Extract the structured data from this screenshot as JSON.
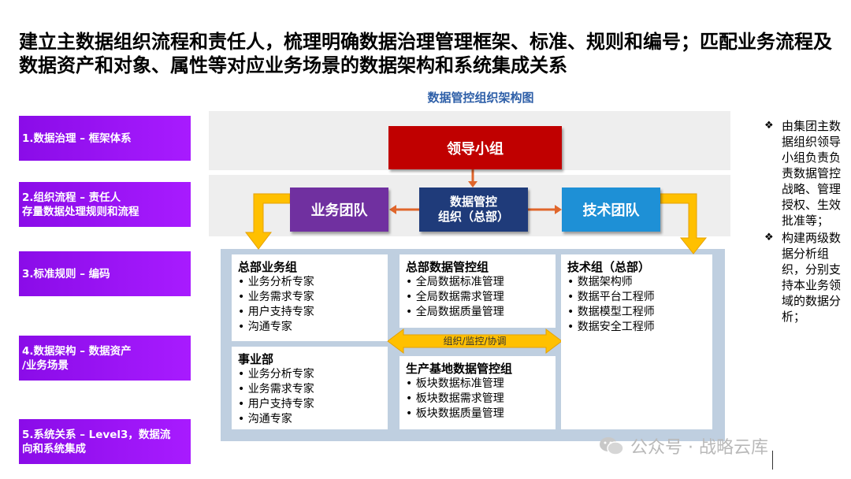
{
  "headline": "建立主数据组织流程和责任人，梳理明确数据治理管理框架、标准、规则和编号；匹配业务流程及数据资产和对象、属性等对应业务场景的数据架构和系统集成关系",
  "diagram_title": "数据管控组织架构图",
  "steps": [
    "1.数据治理 – 框架体系",
    "2.组织流程 – 责任人\n存量数据处理规则和流程",
    "3.标准规则 – 编码",
    "4.数据架构 – 数据资产\n/业务场景",
    "5.系统关系 – Level3，数据流\n向和系统集成"
  ],
  "org": {
    "leader": "领导小组",
    "business_team": "业务团队",
    "center": "数据管控\n组织（总部）",
    "tech_team": "技术团队",
    "bidirectional_label": "组织/监控/协调"
  },
  "panels": {
    "hq_business": {
      "title": "总部业务组",
      "items": [
        "业务分析专家",
        "业务需求专家",
        "用户支持专家",
        "沟通专家"
      ]
    },
    "business_unit": {
      "title": "事业部",
      "items": [
        "业务分析专家",
        "业务需求专家",
        "用户支持专家",
        "沟通专家"
      ]
    },
    "hq_data": {
      "title": "总部数据管控组",
      "items": [
        "全局数据标准管理",
        "全局数据需求管理",
        "全局数据质量管理"
      ]
    },
    "base_data": {
      "title": "生产基地数据管控组",
      "items": [
        "板块数据标准管理",
        "板块数据需求管理",
        "板块数据质量管理"
      ]
    },
    "tech_group": {
      "title": "技术组（总部）",
      "items": [
        "数据架构师",
        "数据平台工程师",
        "数据模型工程师",
        "数据安全工程师"
      ]
    }
  },
  "notes": [
    "由集团主数据组织领导小组负责负责数据管控战略、管理授权、生效批准等；",
    "构建两级数据分析组织，分别支持本业务领域的数据分析；"
  ],
  "watermark": "公众号 · 战略云库",
  "colors": {
    "step_purple": "#A100FF",
    "leader_red": "#C00000",
    "business_purple": "#7030A0",
    "center_navy": "#1F3B7A",
    "tech_blue": "#1E90D6",
    "arrow_yellow": "#FFC000",
    "arrow_orange": "#E0662B",
    "panel_bg": "#BFCFE0",
    "title_blue": "#2E5FA8"
  }
}
